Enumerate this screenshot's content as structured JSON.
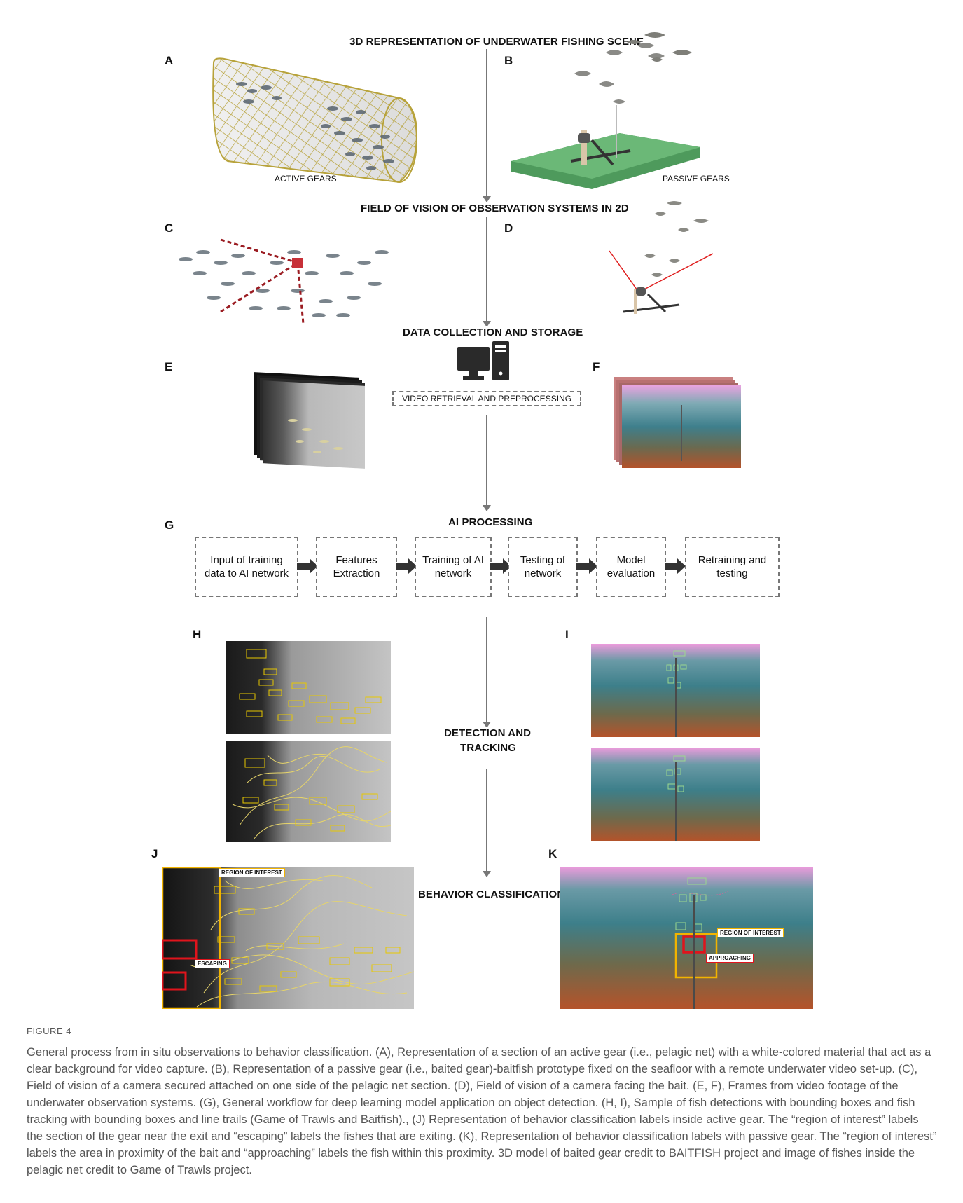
{
  "headings": {
    "scene3d": "3D REPRESENTATION OF UNDERWATER FISHING SCENE",
    "fov2d": "FIELD OF VISION OF OBSERVATION SYSTEMS IN 2D",
    "data_collection": "DATA COLLECTION AND STORAGE",
    "ai_processing": "AI PROCESSING",
    "detection_line1": "DETECTION AND",
    "detection_line2": "TRACKING",
    "behavior": "BEHAVIOR CLASSIFICATION"
  },
  "panel_labels": {
    "A": "A",
    "B": "B",
    "C": "C",
    "D": "D",
    "E": "E",
    "F": "F",
    "G": "G",
    "H": "H",
    "I": "I",
    "J": "J",
    "K": "K"
  },
  "gear_labels": {
    "active": "ACTIVE GEARS",
    "passive": "PASSIVE GEARS"
  },
  "video_box": "VIDEO RETRIEVAL AND PREPROCESSING",
  "workflow": [
    {
      "line1": "Input of training",
      "line2": "data to AI network"
    },
    {
      "line1": "Features",
      "line2": "Extraction"
    },
    {
      "line1": "Training of AI",
      "line2": "network"
    },
    {
      "line1": "Testing of",
      "line2": "network"
    },
    {
      "line1": "Model",
      "line2": "evaluation"
    },
    {
      "line1": "Retraining and",
      "line2": "testing"
    }
  ],
  "annotations": {
    "roi": "REGION OF INTEREST",
    "escaping": "ESCAPING",
    "approaching": "APPROACHING"
  },
  "colors": {
    "roi_yellow": "#f2b400",
    "escape_red": "#e0141c",
    "track_yellow": "#e8d66a",
    "plate_green": "#5aa86a"
  },
  "caption": {
    "figure": "FIGURE 4",
    "text": "General process from in situ observations to behavior classification. (A), Representation of a section of an active gear (i.e., pelagic net) with a white-colored material that act as a clear background for video capture. (B), Representation of a passive gear (i.e., baited gear)-baitfish prototype fixed on the seafloor with a remote underwater video set-up. (C), Field of vision of a camera secured attached on one side of the pelagic net section. (D), Field of vision of a camera facing the bait. (E, F), Frames from video footage of the underwater observation systems. (G), General workflow for deep learning model application on object detection. (H, I), Sample of fish detections with bounding boxes and fish tracking with bounding boxes and line trails (Game of Trawls and Baitfish)., (J) Representation of behavior classification labels inside active gear. The “region of interest” labels the section of the gear near the exit and “escaping” labels the fishes that are exiting. (K), Representation of behavior classification labels with passive gear. The “region of interest” labels the area in proximity of the bait and “approaching” labels the fish within this proximity. 3D model of baited gear credit to BAITFISH project and image of fishes inside the pelagic net credit to Game of Trawls project."
  }
}
